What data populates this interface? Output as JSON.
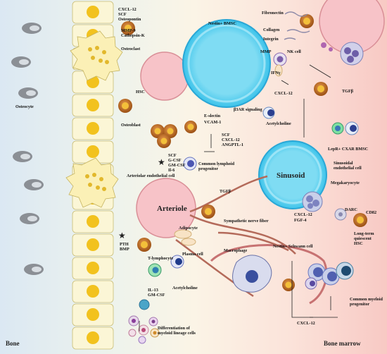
{
  "colors": {
    "bone_bg": "#dce9f4",
    "marrow_bg": "#f9d2cc",
    "arteriole": "#f6c5c9",
    "sinusoid": "#5ed0ee",
    "cell_nucleus": "#f2c21e",
    "hsc": "#c0701e"
  },
  "regions": {
    "bone": "Bone",
    "bone_marrow": "Bone marrow"
  },
  "vessels": {
    "arteriole": "Arteriole",
    "sinusoid": "Sinusoid"
  },
  "labels": {
    "cxcl12_top": "CXCL-12",
    "scf_top": "SCF",
    "osteopontin": "Osteopontin",
    "mmp9": "MMP-9",
    "cathepsin": "Cathepsin-K",
    "osteoclast": "Osteoclast",
    "osteocyte": "Osteocyte",
    "osteoblast": "Osteoblast",
    "hsc": "HSC",
    "nestin_bmsc": "Nestin+ BMSC",
    "e_selectin": "E-slectin",
    "vcam": "VCAM-1",
    "fibronectin": "Fibronectin",
    "collagen": "Collagen",
    "integrin": "Integrin",
    "mmp": "MMP",
    "nk_cell": "NK cell",
    "ifn": "IFNγ",
    "cxcl12_mid": "CXCL-12",
    "tgfb_right": "TGFβ",
    "b3ar": "β3AR signaling",
    "acetylcholine_top": "Acetylcholine",
    "scf_mid": "SCF",
    "cxcl12_scf": "CXCL-12",
    "angptl": "ANGPTL-1",
    "common_lymphoid": "Common lymphoid",
    "progenitor_lymph": "progenitor",
    "lepr": "LepR+ CXAR BMSC",
    "sinusoidal": "Sinusoidal",
    "endothelial_cell": "endothelial cell",
    "scf_left": "SCF",
    "gcsf": "G-CSF",
    "gmcsf": "GM-CSF",
    "il6": "Il-6",
    "arteriolar_ec": "Arteriolar endothelial cell",
    "megakaryocyte": "Megakaryocyte",
    "tgfb_mid": "TGFβ",
    "cxcl12_low": "CXCL-12",
    "fgf4": "FGF-4",
    "darc": "DARC",
    "cd82": "CD82",
    "sympathetic": "Sympathetic nerve fiber",
    "long_term": "Long-term",
    "quiescent": "quiescent",
    "hsc_lt": "HSC",
    "adipocyte": "Adipocyte",
    "pth": "PTH",
    "bmp": "BMP",
    "nestin_schwann": "Nestin+ Schwann cell",
    "macrophage": "Macrophage",
    "t_lymphocyte": "T-lymphocyte",
    "plasma_cell": "Plasma cell",
    "il13": "IL-13",
    "gmcsf_low": "GM-CSF",
    "acetylcholine_low": "Acetylcholine",
    "differentiation": "Differentiation of",
    "myeloid_lineage": "myeloid lineage cells",
    "common_myeloid": "Common myeloid",
    "progenitor_myeloid": "progenitor",
    "cxcl12_bottom": "CXCL-12"
  }
}
